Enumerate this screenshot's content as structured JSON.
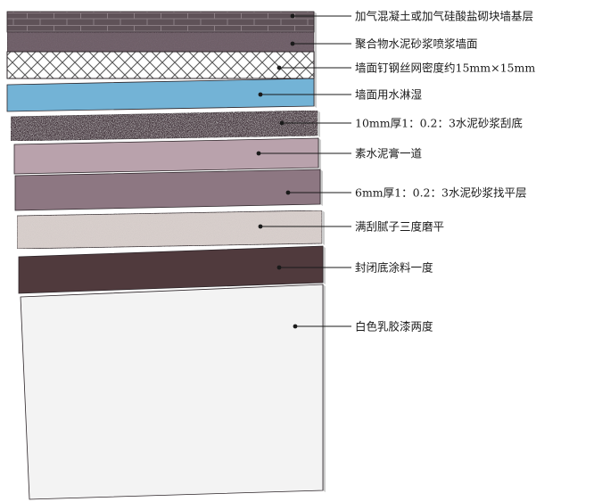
{
  "layers": [
    {
      "id": "base-wall",
      "label": "加气混凝土或加气硅酸盐砌块墙基层",
      "color": "#5f5258",
      "texture": "brick"
    },
    {
      "id": "polymer-spray",
      "label": "聚合物水泥砂浆喷浆墙面",
      "color": "#6e5f67",
      "texture": "speckle"
    },
    {
      "id": "steel-mesh",
      "label": "墙面钉钢丝网密度约15mm×15mm",
      "color": "#ffffff",
      "texture": "mesh"
    },
    {
      "id": "wetting",
      "label": "墙面用水淋湿",
      "color": "#73b3d6",
      "texture": "none"
    },
    {
      "id": "scratch-coat",
      "label": "10mm厚1：0.2：3水泥砂浆刮底",
      "color": "#4a3a43",
      "texture": "rough"
    },
    {
      "id": "neat-cement",
      "label": "素水泥膏一道",
      "color": "#b9a2ac",
      "texture": "none"
    },
    {
      "id": "leveling-coat",
      "label": "6mm厚1：0.2：3水泥砂浆找平层",
      "color": "#8d7782",
      "texture": "none"
    },
    {
      "id": "putty",
      "label": "满刮腻子三度磨平",
      "color": "#d8cfcc",
      "texture": "fine"
    },
    {
      "id": "sealer",
      "label": "封闭底涂料一度",
      "color": "#503a3d",
      "texture": "none"
    },
    {
      "id": "latex-paint",
      "label": "白色乳胶漆两度",
      "color": "#f3f3f3",
      "texture": "none"
    }
  ]
}
